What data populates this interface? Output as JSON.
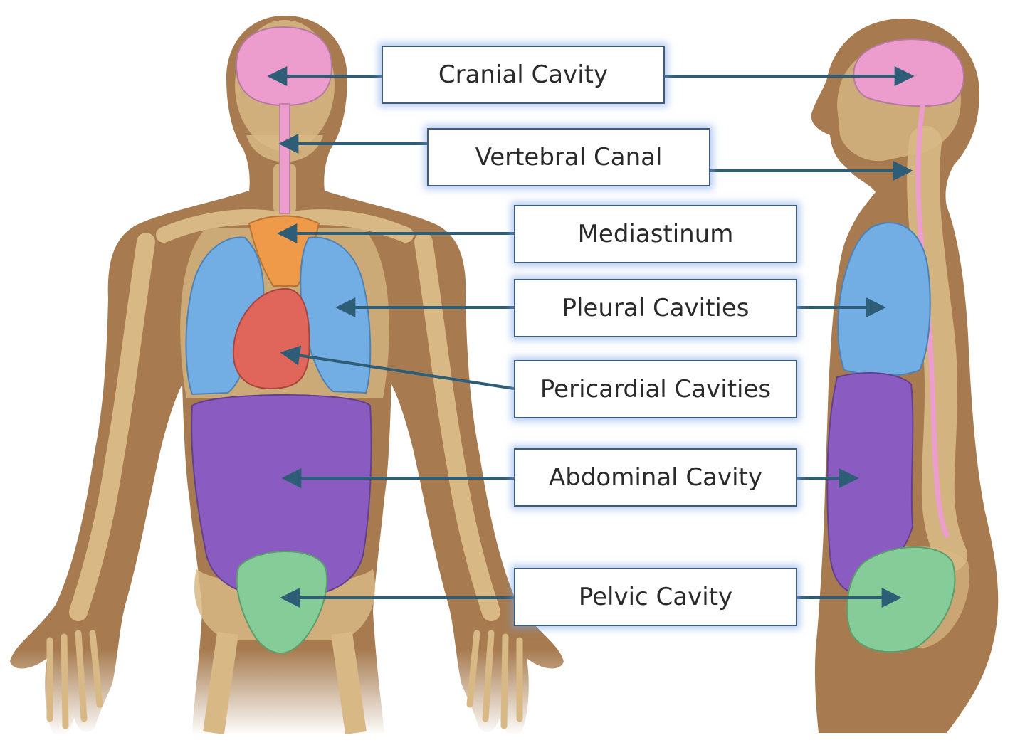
{
  "labels": {
    "cranial": "Cranial Cavity",
    "vertebral": "Vertebral Canal",
    "mediastinum": "Mediastinum",
    "pleural": "Pleural Cavities",
    "pericardial": "Pericardial Cavities",
    "abdominal": "Abdominal Cavity",
    "pelvic": "Pelvic Cavity"
  },
  "colors": {
    "skin": "#a77b4f",
    "bone": "#d8b985",
    "cranial": "#ec9ccd",
    "mediastinum": "#ee9a48",
    "pleural": "#72ade3",
    "pericardial": "#e0655a",
    "abdominal": "#8a5cc1",
    "pelvic": "#86cc98",
    "arrow": "#2e5d78",
    "box_border": "#3f5d7a"
  }
}
